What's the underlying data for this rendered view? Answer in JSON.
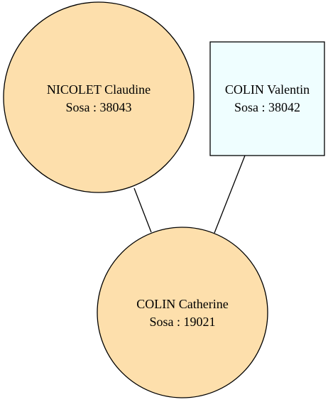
{
  "graph": {
    "nodes": [
      {
        "id": "nicolet-claudine",
        "shape": "circle",
        "name": "NICOLET Claudine",
        "sosa": "Sosa : 38043",
        "fill": "#fddfac"
      },
      {
        "id": "colin-valentin",
        "shape": "box",
        "name": "COLIN Valentin",
        "sosa": "Sosa : 38042",
        "fill": "#effeff"
      },
      {
        "id": "colin-catherine",
        "shape": "circle",
        "name": "COLIN Catherine",
        "sosa": "Sosa : 19021",
        "fill": "#fddfac"
      }
    ],
    "edges": [
      {
        "from": "nicolet-claudine",
        "to": "colin-catherine"
      },
      {
        "from": "colin-valentin",
        "to": "colin-catherine"
      }
    ],
    "stroke_color": "#000000"
  }
}
